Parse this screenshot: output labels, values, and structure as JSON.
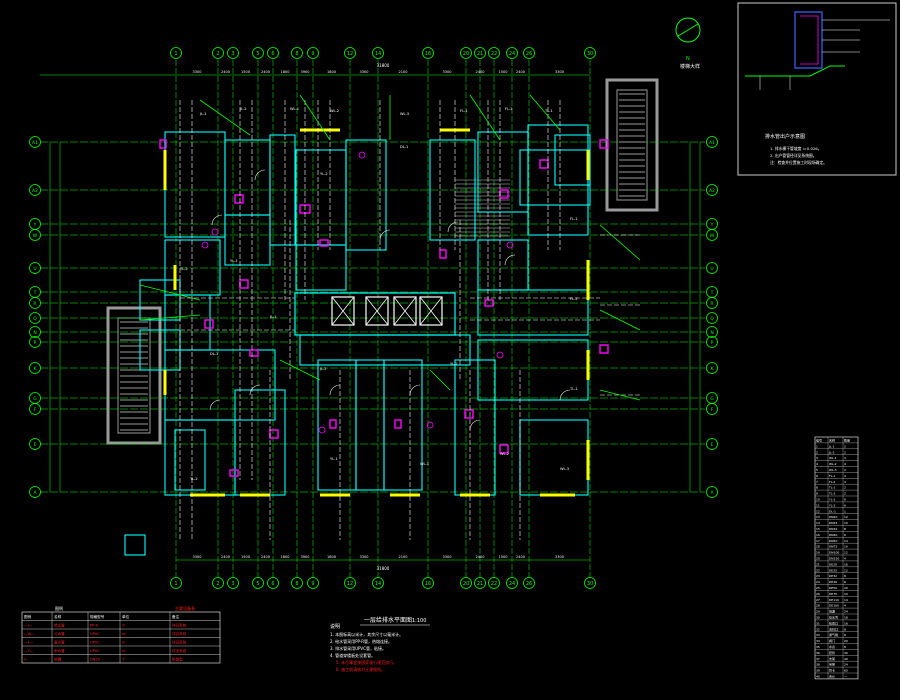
{
  "drawing": {
    "main_title": "一层给排水平面图",
    "main_scale": "1:100",
    "detail_title": "排水管出户示意图",
    "north_label": "N",
    "stair_title": "楼梯大样"
  },
  "axes": {
    "columns": [
      "1",
      "2",
      "3",
      "5",
      "6",
      "8",
      "9",
      "12",
      "14",
      "16",
      "20",
      "21",
      "22",
      "24",
      "26",
      "30"
    ],
    "rows": [
      "A1",
      "A2",
      "Y",
      "W",
      "U",
      "T",
      "R",
      "Q",
      "N",
      "P",
      "K",
      "G",
      "F",
      "E",
      "A"
    ]
  },
  "dims": {
    "overall_width": "31800",
    "segments": [
      "3300",
      "2400",
      "1500",
      "2400",
      "1800",
      "3900",
      "1800",
      "3300",
      "2100",
      "3300",
      "2400",
      "1500",
      "2400",
      "3300"
    ]
  },
  "pipe_labels": [
    "JL-1",
    "JL-2",
    "WL-1",
    "WL-2",
    "WL-3",
    "FL-1",
    "FL-2",
    "TL-1",
    "TL-2",
    "YL-1",
    "YL-2",
    "DL-1"
  ],
  "notes": {
    "heading": "说明",
    "lines": [
      "1. 本图标高以米计，其余尺寸以毫米计。",
      "2. 给水管采用PP-R管，热熔连接。",
      "3. 排水管采用UPVC管，粘接。",
      "4. 管道穿楼板处设套管。"
    ],
    "red_lines": [
      "5. 未尽事宜按国家现行规范执行。",
      "6. 施工前请核对土建图纸。"
    ]
  },
  "detail_notes": [
    "1. 排水横干管坡度 i=0.026。",
    "2. 出户管管径详见系统图。",
    "注：检查井位置施工时现场确定。"
  ],
  "legend": {
    "title": "图例",
    "red_title": "主要设备表",
    "headers": [
      "图例",
      "名称",
      "规格型号",
      "单位",
      "备注"
    ],
    "rows": [
      [
        "—J—",
        "给水管",
        "PP-R",
        "m",
        "详见系统"
      ],
      [
        "—W—",
        "污水管",
        "UPVC",
        "m",
        "详见系统"
      ],
      [
        "—F—",
        "废水管",
        "UPVC",
        "m",
        "详见系统"
      ],
      [
        "—Y—",
        "雨水管",
        "UPVC",
        "m",
        "详见系统"
      ],
      [
        "⊙",
        "地漏",
        "DN50",
        "个",
        "防臭型"
      ]
    ]
  },
  "schedule": {
    "headers": [
      "编号",
      "名称",
      "数量"
    ],
    "rows": [
      [
        "1",
        "JL-1",
        "2"
      ],
      [
        "2",
        "JL-2",
        "2"
      ],
      [
        "3",
        "WL-1",
        "4"
      ],
      [
        "4",
        "WL-2",
        "4"
      ],
      [
        "5",
        "WL-3",
        "2"
      ],
      [
        "6",
        "FL-1",
        "4"
      ],
      [
        "7",
        "FL-2",
        "4"
      ],
      [
        "8",
        "TL-1",
        "2"
      ],
      [
        "9",
        "TL-2",
        "2"
      ],
      [
        "10",
        "YL-1",
        "6"
      ],
      [
        "11",
        "YL-2",
        "6"
      ],
      [
        "12",
        "DL-1",
        "1"
      ],
      [
        "13",
        "DN20",
        "12"
      ],
      [
        "14",
        "DN25",
        "10"
      ],
      [
        "15",
        "DN32",
        "8"
      ],
      [
        "16",
        "DN40",
        "6"
      ],
      [
        "17",
        "DN50",
        "14"
      ],
      [
        "18",
        "DN75",
        "10"
      ],
      [
        "19",
        "DN100",
        "12"
      ],
      [
        "20",
        "DN150",
        "4"
      ],
      [
        "21",
        "DE20",
        "16"
      ],
      [
        "22",
        "DE25",
        "12"
      ],
      [
        "23",
        "DE32",
        "8"
      ],
      [
        "24",
        "DE40",
        "6"
      ],
      [
        "25",
        "DE50",
        "20"
      ],
      [
        "26",
        "DE75",
        "10"
      ],
      [
        "27",
        "DE110",
        "14"
      ],
      [
        "28",
        "DE160",
        "4"
      ],
      [
        "29",
        "地漏",
        "24"
      ],
      [
        "30",
        "存水弯",
        "18"
      ],
      [
        "31",
        "检查口",
        "16"
      ],
      [
        "32",
        "清扫口",
        "8"
      ],
      [
        "33",
        "通气帽",
        "6"
      ],
      [
        "34",
        "阀门",
        "20"
      ],
      [
        "35",
        "水表",
        "8"
      ],
      [
        "36",
        "套管",
        "30"
      ],
      [
        "37",
        "支架",
        "40"
      ],
      [
        "38",
        "吊架",
        "24"
      ],
      [
        "39",
        "管卡",
        "60"
      ],
      [
        "40",
        "合计",
        "—"
      ]
    ]
  },
  "colors": {
    "axis": "#00ff00",
    "wall": "#00ffff",
    "pipe_white": "#ffffff",
    "yellow": "#ffff00",
    "magenta": "#ff00ff",
    "red": "#ff2020",
    "grey": "#9a9a9a",
    "blue": "#4060ff"
  }
}
